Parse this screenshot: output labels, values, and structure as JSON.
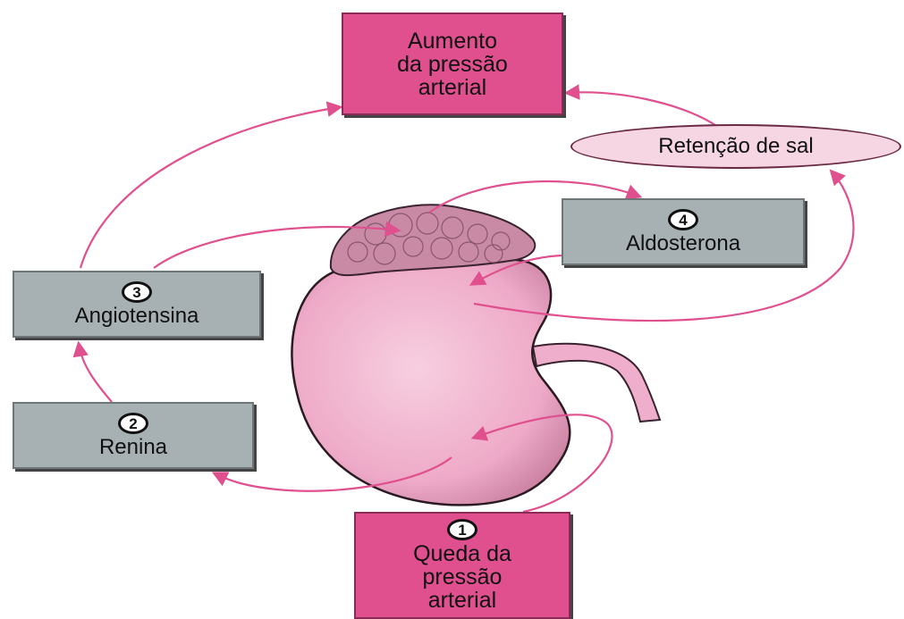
{
  "diagram": {
    "box_aumento": {
      "label": "Aumento\nda pressão\narterial"
    },
    "step_3": {
      "number": "3",
      "label": "Angiotensina"
    },
    "step_2": {
      "number": "2",
      "label": "Renina"
    },
    "step_4": {
      "number": "4",
      "label": "Aldosterona"
    },
    "step_1": {
      "number": "1",
      "label": "Queda da\npressão\narterial"
    },
    "retencao": {
      "label": "Retenção de sal"
    }
  },
  "colors": {
    "pink_box": "#e0508f",
    "gray_box": "#a7b0b2",
    "arrow": "#e0508f",
    "kidney": "#efb0cc",
    "adrenal": "#c98aa6",
    "ellipse_fill": "#f6d6e2"
  }
}
